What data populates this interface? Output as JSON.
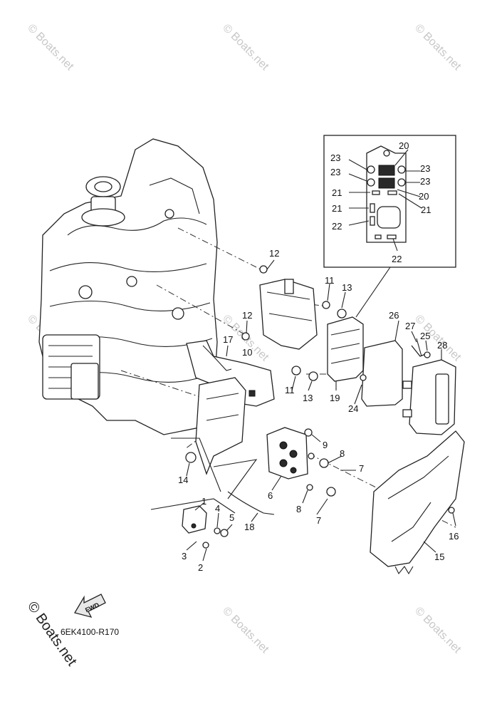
{
  "watermark": "© Boats.net",
  "diagram_code": "6EK4100-R170",
  "fwd_label": "FWD",
  "callouts": {
    "c1": "1",
    "c2": "2",
    "c3": "3",
    "c4": "4",
    "c5": "5",
    "c6": "6",
    "c7a": "7",
    "c7b": "7",
    "c8a": "8",
    "c8b": "8",
    "c9": "9",
    "c10": "10",
    "c11a": "11",
    "c11b": "11",
    "c12a": "12",
    "c12b": "12",
    "c13a": "13",
    "c13b": "13",
    "c14": "14",
    "c15": "15",
    "c16": "16",
    "c17": "17",
    "c18": "18",
    "c19": "19",
    "c20a": "20",
    "c20b": "20",
    "c21a": "21",
    "c21b": "21",
    "c21c": "21",
    "c22a": "22",
    "c22b": "22",
    "c23a": "23",
    "c23b": "23",
    "c23c": "23",
    "c23d": "23",
    "c24": "24",
    "c25": "25",
    "c26": "26",
    "c27": "27",
    "c28": "28"
  }
}
